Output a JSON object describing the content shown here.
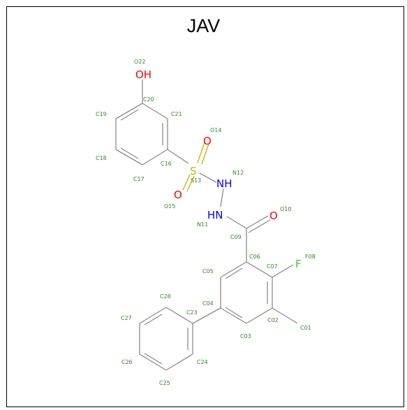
{
  "title": "JAV",
  "colors": {
    "bond": "#8c8c8c",
    "oxygen": "#ff0000",
    "nitrogen": "#0000ff",
    "sulfur": "#ccb000",
    "fluorine": "#33cc33",
    "label": "#2e8b22"
  },
  "atoms": {
    "O22": {
      "element": "OH",
      "number": "O22"
    },
    "C20": {
      "number": "C20"
    },
    "C19": {
      "number": "C19"
    },
    "C21": {
      "number": "C21"
    },
    "C18": {
      "number": "C18"
    },
    "C16": {
      "number": "C16"
    },
    "C17": {
      "number": "C17"
    },
    "O14": {
      "element": "O",
      "number": "O14"
    },
    "S13": {
      "element": "S",
      "number": "S13"
    },
    "O15": {
      "element": "O",
      "number": "O15"
    },
    "N12": {
      "element": "NH",
      "number": "N12"
    },
    "N11": {
      "element": "HN",
      "number": "N11"
    },
    "C09": {
      "number": "C09"
    },
    "O10": {
      "element": "O",
      "number": "O10"
    },
    "C06": {
      "number": "C06"
    },
    "C07": {
      "number": "C07"
    },
    "F08": {
      "element": "F",
      "number": "F08"
    },
    "C05": {
      "number": "C05"
    },
    "C04": {
      "number": "C04"
    },
    "C02": {
      "number": "C02"
    },
    "C01": {
      "number": "C01"
    },
    "C03": {
      "number": "C03"
    },
    "C23": {
      "number": "C23"
    },
    "C28": {
      "number": "C28"
    },
    "C27": {
      "number": "C27"
    },
    "C24": {
      "number": "C24"
    },
    "C26": {
      "number": "C26"
    },
    "C25": {
      "number": "C25"
    }
  }
}
